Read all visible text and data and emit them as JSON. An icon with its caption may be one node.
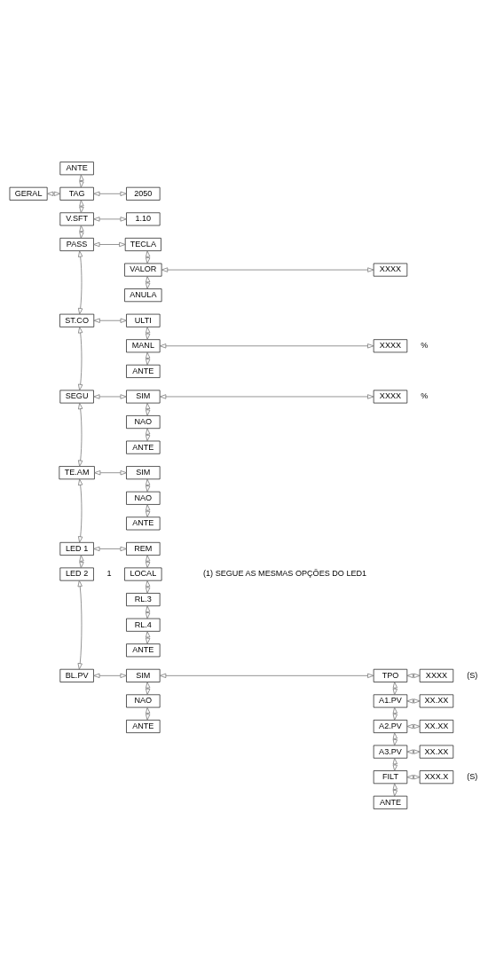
{
  "diagram": {
    "nodes": [
      {
        "text": [
          "ANTE"
        ]
      },
      {
        "text": [
          "GERAL"
        ]
      },
      {
        "text": [
          "TAG"
        ]
      },
      {
        "text": [
          "2050"
        ]
      },
      {
        "text": [
          "V.SFT"
        ]
      },
      {
        "text": [
          "1.10"
        ]
      },
      {
        "text": [
          "PASS"
        ]
      },
      {
        "text": [
          "TECLA"
        ]
      },
      {
        "text": [
          "VALOR"
        ]
      },
      {
        "text": [
          "XXXX"
        ]
      },
      {
        "text": [
          "ANULA"
        ]
      },
      {
        "text": [
          "ST.CO"
        ]
      },
      {
        "text": [
          "ULTI"
        ]
      },
      {
        "text": [
          "MANL"
        ]
      },
      {
        "text": [
          "XXXX"
        ],
        "beside": [
          "%"
        ]
      },
      {
        "text": [
          "ANTE"
        ]
      },
      {
        "text": [
          "SEGU"
        ]
      },
      {
        "text": [
          "SIM"
        ]
      },
      {
        "text": [
          "XXXX"
        ],
        "beside": [
          "%"
        ]
      },
      {
        "text": [
          "NAO"
        ]
      },
      {
        "text": [
          "ANTE"
        ]
      },
      {
        "text": [
          "TE.AM"
        ]
      },
      {
        "text": [
          "SIM"
        ]
      },
      {
        "text": [
          "NAO"
        ]
      },
      {
        "text": [
          "ANTE"
        ]
      },
      {
        "text": [
          "LED 1"
        ]
      },
      {
        "text": [
          "REM"
        ]
      },
      {
        "text": [
          "LED 2"
        ],
        "beside": [
          "1"
        ]
      },
      {
        "text": [
          "LOCAL"
        ]
      },
      {
        "text": [
          "RL.3"
        ]
      },
      {
        "text": [
          "RL.4"
        ]
      },
      {
        "text": [
          "ANTE"
        ]
      },
      {
        "text": [
          "BL.PV"
        ]
      },
      {
        "text": [
          "SIM"
        ]
      },
      {
        "text": [
          "TPO"
        ]
      },
      {
        "text": [
          "XXXX"
        ],
        "beside": [
          "(S)"
        ]
      },
      {
        "text": [
          "NAO"
        ]
      },
      {
        "text": [
          "A1.PV"
        ]
      },
      {
        "text": [
          "XX.XX"
        ]
      },
      {
        "text": [
          "ANTE"
        ]
      },
      {
        "text": [
          "A2.PV"
        ]
      },
      {
        "text": [
          "XX.XX"
        ]
      },
      {
        "text": [
          "A3.PV"
        ]
      },
      {
        "text": [
          "XX.XX"
        ]
      },
      {
        "text": [
          "FILT"
        ]
      },
      {
        "text": [
          "XXX.X"
        ],
        "beside": [
          "(S)"
        ]
      },
      {
        "text": [
          "ANTE"
        ]
      }
    ],
    "edges": [
      {
        "from": 0,
        "to": 2,
        "arrow": "both"
      },
      {
        "from": 1,
        "to": 2,
        "arrow": "both"
      },
      {
        "from": 2,
        "to": 3,
        "arrow": "both"
      },
      {
        "from": 2,
        "to": 4,
        "arrow": "both"
      },
      {
        "from": 4,
        "to": 5,
        "arrow": "both"
      },
      {
        "from": 4,
        "to": 6,
        "arrow": "both"
      },
      {
        "from": 6,
        "to": 7,
        "arrow": "both"
      },
      {
        "from": 7,
        "to": 8,
        "arrow": "both"
      },
      {
        "from": 8,
        "to": 9,
        "arrow": "both"
      },
      {
        "from": 8,
        "to": 10,
        "arrow": "both"
      },
      {
        "from": 6,
        "to": 11,
        "arrow": "both"
      },
      {
        "from": 11,
        "to": 12,
        "arrow": "both"
      },
      {
        "from": 12,
        "to": 13,
        "arrow": "both"
      },
      {
        "from": 13,
        "to": 14,
        "arrow": "both"
      },
      {
        "from": 13,
        "to": 15,
        "arrow": "both"
      },
      {
        "from": 11,
        "to": 16,
        "arrow": "both"
      },
      {
        "from": 16,
        "to": 17,
        "arrow": "both"
      },
      {
        "from": 17,
        "to": 18,
        "arrow": "both"
      },
      {
        "from": 17,
        "to": 19,
        "arrow": "both"
      },
      {
        "from": 19,
        "to": 20,
        "arrow": "both"
      },
      {
        "from": 16,
        "to": 21,
        "arrow": "both"
      },
      {
        "from": 21,
        "to": 22,
        "arrow": "both"
      },
      {
        "from": 22,
        "to": 23,
        "arrow": "both"
      },
      {
        "from": 23,
        "to": 24,
        "arrow": "both"
      },
      {
        "from": 21,
        "to": 25,
        "arrow": "both"
      },
      {
        "from": 25,
        "to": 26,
        "arrow": "both"
      },
      {
        "from": 25,
        "to": 27,
        "arrow": "both"
      },
      {
        "from": 26,
        "to": 28,
        "arrow": "both"
      },
      {
        "from": 28,
        "to": 29,
        "arrow": "both"
      },
      {
        "from": 29,
        "to": 30,
        "arrow": "both"
      },
      {
        "from": 30,
        "to": 31,
        "arrow": "both"
      },
      {
        "from": 27,
        "to": 32,
        "arrow": "both"
      },
      {
        "from": 32,
        "to": 33,
        "arrow": "both"
      },
      {
        "from": 33,
        "to": 34,
        "arrow": "both"
      },
      {
        "from": 34,
        "to": 35,
        "arrow": "both"
      },
      {
        "from": 33,
        "to": 36,
        "arrow": "both"
      },
      {
        "from": 36,
        "to": 39,
        "arrow": "both"
      },
      {
        "from": 34,
        "to": 37,
        "arrow": "both"
      },
      {
        "from": 37,
        "to": 38,
        "arrow": "both"
      },
      {
        "from": 37,
        "to": 40,
        "arrow": "both"
      },
      {
        "from": 40,
        "to": 41,
        "arrow": "both"
      },
      {
        "from": 40,
        "to": 42,
        "arrow": "both"
      },
      {
        "from": 42,
        "to": 43,
        "arrow": "both"
      },
      {
        "from": 42,
        "to": 44,
        "arrow": "both"
      },
      {
        "from": 44,
        "to": 45,
        "arrow": "both"
      },
      {
        "from": 44,
        "to": 46,
        "arrow": "both"
      }
    ],
    "labels": [
      "(1) SEGUE AS MESMAS OPÇÕES DO LED1"
    ]
  }
}
